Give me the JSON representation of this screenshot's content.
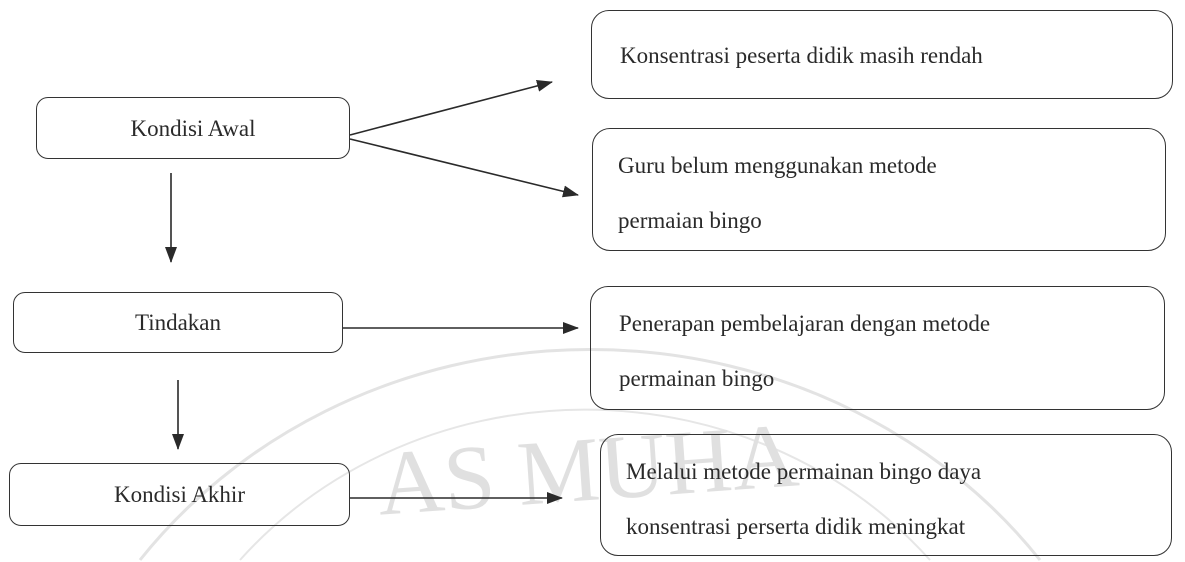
{
  "colors": {
    "line": "#2a2a2a",
    "watermark": "#d9d9d9"
  },
  "watermark": {
    "text": "AS MUHA"
  },
  "nodes": {
    "kondisi_awal": "Kondisi Awal",
    "tindakan": "Tindakan",
    "kondisi_akhir": "Kondisi Akhir"
  },
  "outcomes": {
    "konsentrasi_rendah": {
      "lines": [
        "Konsentrasi peserta didik masih rendah"
      ]
    },
    "guru_belum": {
      "lines": [
        "Guru belum menggunakan metode",
        "permaian bingo"
      ]
    },
    "penerapan": {
      "lines": [
        "Penerapan pembelajaran dengan metode",
        "permainan bingo"
      ]
    },
    "melalui_metode": {
      "lines": [
        "Melalui metode permainan bingo daya",
        "konsentrasi perserta didik meningkat"
      ]
    }
  }
}
